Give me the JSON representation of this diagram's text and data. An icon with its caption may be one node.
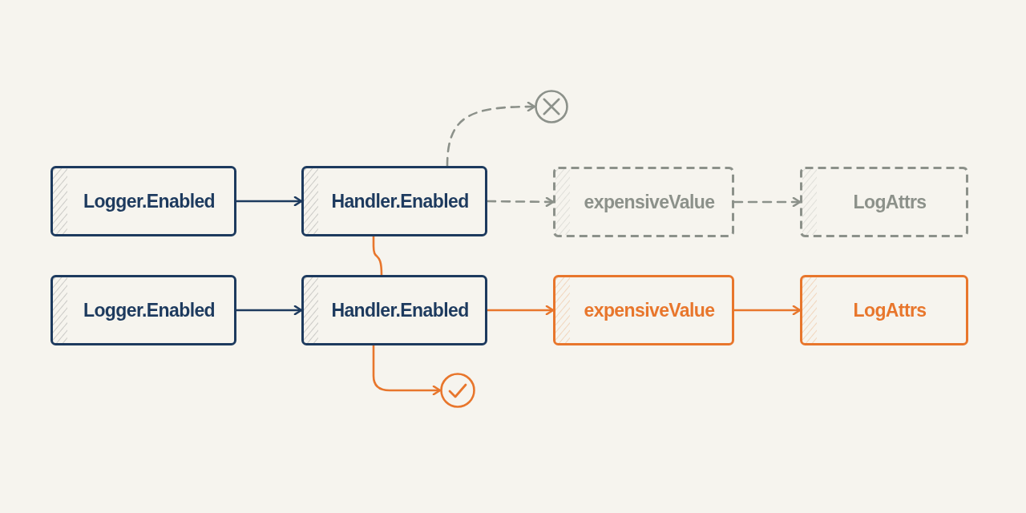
{
  "diagram": {
    "nodes": [
      {
        "text": [
          "Logger.Enabled"
        ]
      },
      {
        "text": [
          "Handler.Enabled"
        ]
      },
      {
        "text": [
          "expensiveValue"
        ]
      },
      {
        "text": [
          "LogAttrs"
        ]
      },
      {
        "text": [],
        "shape": "circle"
      },
      {
        "text": [
          "Logger.Enabled"
        ]
      },
      {
        "text": [
          "Handler.Enabled"
        ]
      },
      {
        "text": [
          "expensiveValue"
        ]
      },
      {
        "text": [
          "LogAttrs"
        ]
      },
      {
        "text": [],
        "shape": "circle"
      }
    ],
    "edges": [
      {
        "from": 0,
        "to": 1,
        "arrow": "to",
        "color": "#1d3a5e"
      },
      {
        "from": 1,
        "to": 2,
        "arrow": "to",
        "style": "dashed",
        "color": "#8c918a"
      },
      {
        "from": 2,
        "to": 3,
        "arrow": "to",
        "style": "dashed",
        "color": "#8c918a"
      },
      {
        "from": 1,
        "to": 4,
        "arrow": "to",
        "style": "dashed",
        "color": "#8c918a"
      },
      {
        "from": 5,
        "to": 6,
        "arrow": "to",
        "color": "#1d3a5e"
      },
      {
        "from": 6,
        "to": 7,
        "arrow": "to",
        "color": "#e8762c"
      },
      {
        "from": 7,
        "to": 8,
        "arrow": "to",
        "color": "#e8762c"
      },
      {
        "from": 1,
        "to": 6,
        "arrow": "none",
        "color": "#e8762c"
      },
      {
        "from": 6,
        "to": 9,
        "arrow": "to",
        "color": "#e8762c"
      }
    ]
  }
}
